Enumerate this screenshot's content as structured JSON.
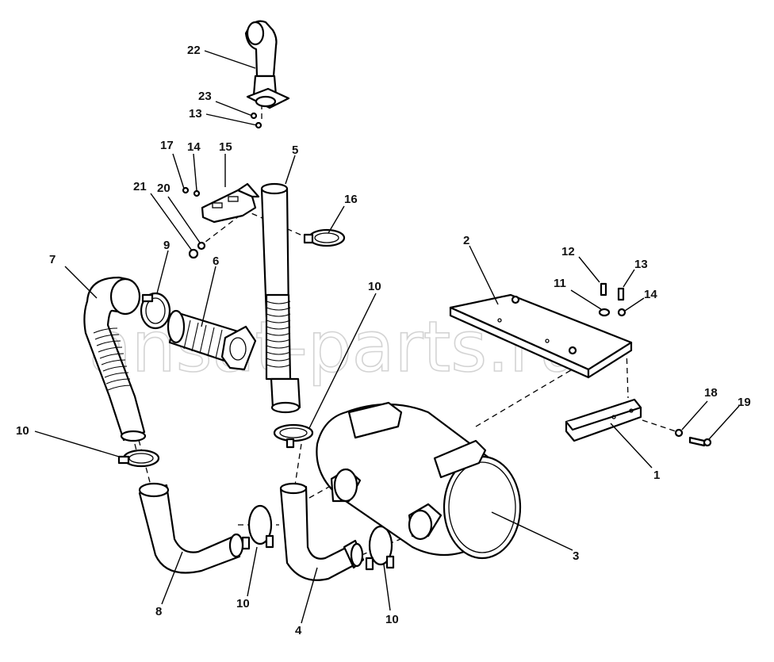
{
  "watermark": "ansat-parts.ru",
  "callouts": [
    {
      "id": "c22",
      "label": "22"
    },
    {
      "id": "c23",
      "label": "23"
    },
    {
      "id": "c13a",
      "label": "13"
    },
    {
      "id": "c17",
      "label": "17"
    },
    {
      "id": "c14a",
      "label": "14"
    },
    {
      "id": "c15",
      "label": "15"
    },
    {
      "id": "c5",
      "label": "5"
    },
    {
      "id": "c21",
      "label": "21"
    },
    {
      "id": "c20",
      "label": "20"
    },
    {
      "id": "c16",
      "label": "16"
    },
    {
      "id": "c7",
      "label": "7"
    },
    {
      "id": "c9",
      "label": "9"
    },
    {
      "id": "c6",
      "label": "6"
    },
    {
      "id": "c10a",
      "label": "10"
    },
    {
      "id": "c2",
      "label": "2"
    },
    {
      "id": "c12",
      "label": "12"
    },
    {
      "id": "c13b",
      "label": "13"
    },
    {
      "id": "c11",
      "label": "11"
    },
    {
      "id": "c14b",
      "label": "14"
    },
    {
      "id": "c18",
      "label": "18"
    },
    {
      "id": "c19",
      "label": "19"
    },
    {
      "id": "c10b",
      "label": "10"
    },
    {
      "id": "c1",
      "label": "1"
    },
    {
      "id": "c3",
      "label": "3"
    },
    {
      "id": "c8",
      "label": "8"
    },
    {
      "id": "c10c",
      "label": "10"
    },
    {
      "id": "c4",
      "label": "4"
    },
    {
      "id": "c10d",
      "label": "10"
    }
  ]
}
